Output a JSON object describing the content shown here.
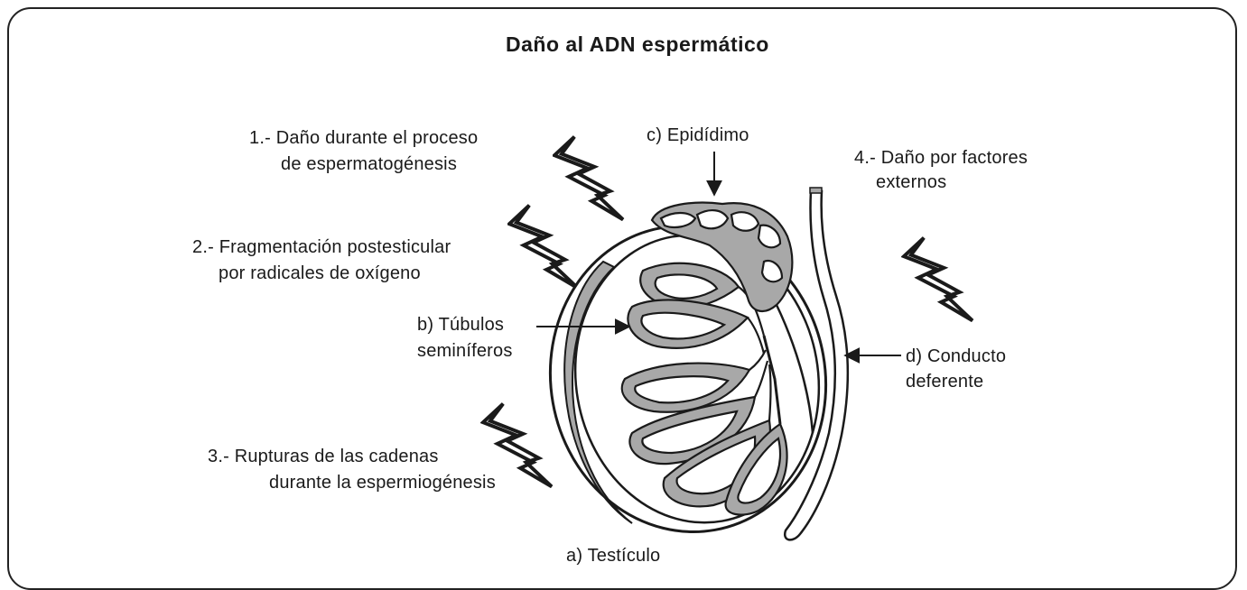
{
  "title": "Daño al ADN espermático",
  "damage": [
    {
      "line1": "1.- Daño durante el proceso",
      "line2": "de espermatogénesis"
    },
    {
      "line1": "2.- Fragmentación postesticular",
      "line2": "por radicales de oxígeno"
    },
    {
      "line1": "3.- Rupturas de las cadenas",
      "line2": "durante la espermiogénesis"
    },
    {
      "line1": "4.- Daño por factores",
      "line2": "externos"
    }
  ],
  "labels": {
    "testicle": "a) Testículo",
    "tubules_1": "b) Túbulos",
    "tubules_2": "seminíferos",
    "epididymis": "c) Epidídimo",
    "vas_1": "d) Conducto",
    "vas_2": "deferente"
  },
  "colors": {
    "stroke": "#1a1a1a",
    "tissue": "#a8a8a8",
    "border": "#222222"
  }
}
